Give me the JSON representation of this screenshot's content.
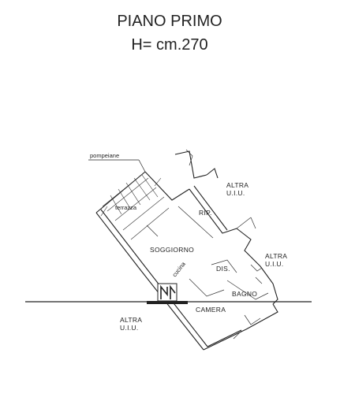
{
  "header": {
    "title": "PIANO PRIMO",
    "height": "H= cm.270"
  },
  "rooms": {
    "pompeiane": "pompeiane",
    "terrazza": "terrazza",
    "rip": "RIP.",
    "soggiorno": "SOGGIORNO",
    "dis": "DIS.",
    "bagno": "BAGNO",
    "camera": "CAMERA",
    "cucina": "cucina"
  },
  "neighbors": {
    "top_right": {
      "line1": "ALTRA",
      "line2": "U.I.U."
    },
    "right": {
      "line1": "ALTRA",
      "line2": "U.I.U."
    },
    "bottom_left": {
      "line1": "ALTRA",
      "line2": "U.I.U."
    }
  },
  "colors": {
    "ink": "#222222",
    "background": "#ffffff"
  }
}
